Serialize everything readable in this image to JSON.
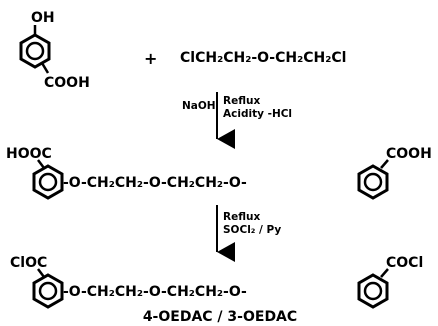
{
  "reactant1": {
    "top_group": "OH",
    "bottom_group": "COOH"
  },
  "plus": "+",
  "reactant2": "ClCH₂CH₂-O-CH₂CH₂Cl",
  "step1": {
    "reagent": "NaOH",
    "condition1": "Reflux",
    "condition2": "Acidity -HCl"
  },
  "intermediate": {
    "left_group": "HOOC",
    "chain": "-O-CH₂CH₂-O-CH₂CH₂-O-",
    "right_group": "COOH"
  },
  "step2": {
    "condition1": "Reflux",
    "condition2": "SOCl₂ / Py"
  },
  "product": {
    "left_group": "ClOC",
    "chain": "-O-CH₂CH₂-O-CH₂CH₂-O-",
    "right_group": "COCl"
  },
  "caption": "4-OEDAC / 3-OEDAC"
}
